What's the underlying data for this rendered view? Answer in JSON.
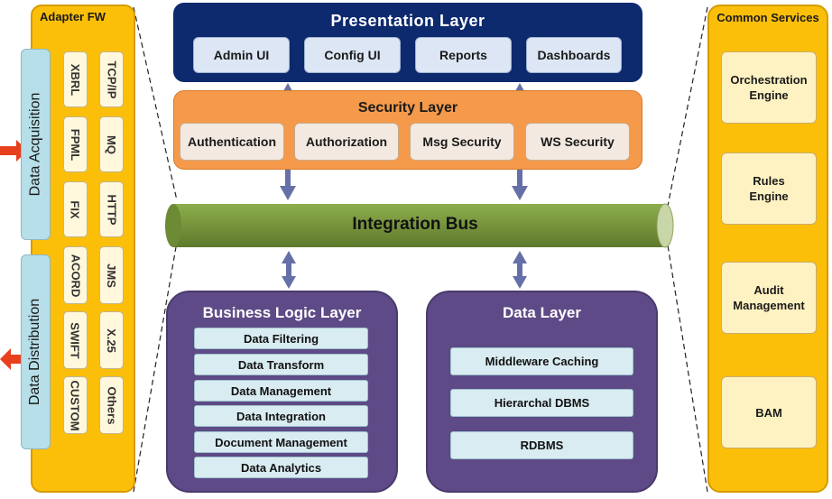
{
  "adapter": {
    "title": "Adapter FW",
    "acquisition_label": "Data Acquisition",
    "distribution_label": "Data Distribution",
    "protocols_left": [
      "XBRL",
      "FPML",
      "FIX",
      "ACORD",
      "SWIFT",
      "CUSTOM"
    ],
    "protocols_right": [
      "TCP/IP",
      "MQ",
      "HTTP",
      "JMS",
      "X.25",
      "Others"
    ]
  },
  "presentation": {
    "title": "Presentation  Layer",
    "items": [
      "Admin UI",
      "Config UI",
      "Reports",
      "Dashboards"
    ]
  },
  "security": {
    "title": "Security Layer",
    "items": [
      "Authentication",
      "Authorization",
      "Msg Security",
      "WS Security"
    ]
  },
  "bus": {
    "label": "Integration Bus"
  },
  "business": {
    "title": "Business  Logic Layer",
    "items": [
      "Data Filtering",
      "Data Transform",
      "Data Management",
      "Data Integration",
      "Document Management",
      "Data Analytics"
    ]
  },
  "data_layer": {
    "title": "Data Layer",
    "items": [
      "Middleware Caching",
      "Hierarchal DBMS",
      "RDBMS"
    ]
  },
  "common": {
    "title": "Common Services",
    "items": [
      "Orchestration Engine",
      "Rules Engine",
      "Audit Management",
      "BAM"
    ]
  },
  "colors": {
    "presentation": "#0d2a6e",
    "security": "#f59a4a",
    "bus": "#77933c",
    "logic": "#5e4a86",
    "adapter": "#fbbf0a",
    "arrow": "#6670a8",
    "in_out_arrow": "#e8401c"
  }
}
